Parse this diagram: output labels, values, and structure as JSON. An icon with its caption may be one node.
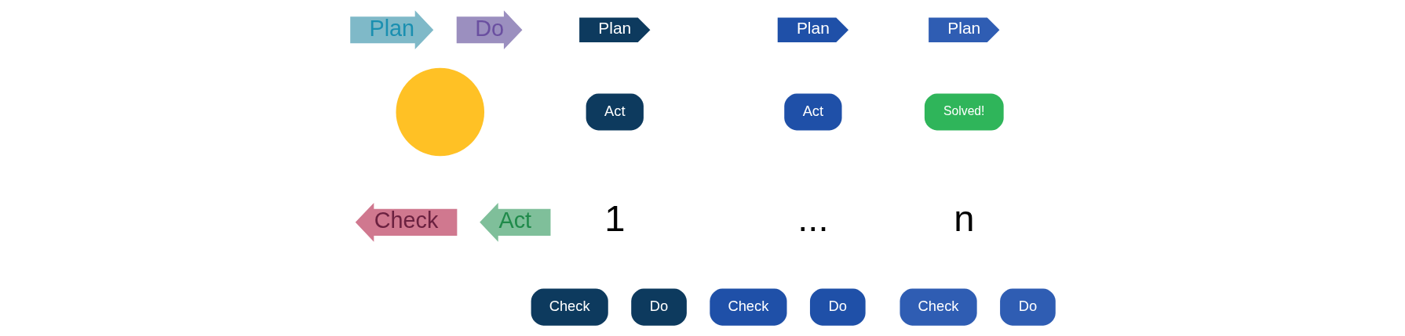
{
  "diagram": {
    "nodes": [
      {
        "text": [
          "Plan"
        ]
      },
      {
        "text": [
          "Do"
        ]
      },
      {
        "text": [
          "Check"
        ]
      },
      {
        "text": [
          "Act"
        ]
      },
      {
        "text": [],
        "shape": "circle"
      },
      {
        "text": [
          "Plan"
        ]
      },
      {
        "text": [
          "Act"
        ]
      },
      {
        "text": [
          "1"
        ]
      },
      {
        "text": [
          "Check"
        ]
      },
      {
        "text": [
          "Do"
        ]
      },
      {
        "text": [
          "Plan"
        ]
      },
      {
        "text": [
          "Act"
        ]
      },
      {
        "text": [
          "..."
        ]
      },
      {
        "text": [
          "Check"
        ]
      },
      {
        "text": [
          "Do"
        ]
      },
      {
        "text": [
          "Plan"
        ]
      },
      {
        "text": [
          "Solved!"
        ]
      },
      {
        "text": [
          "n"
        ]
      },
      {
        "text": [
          "Check"
        ]
      },
      {
        "text": [
          "Do"
        ]
      }
    ]
  }
}
